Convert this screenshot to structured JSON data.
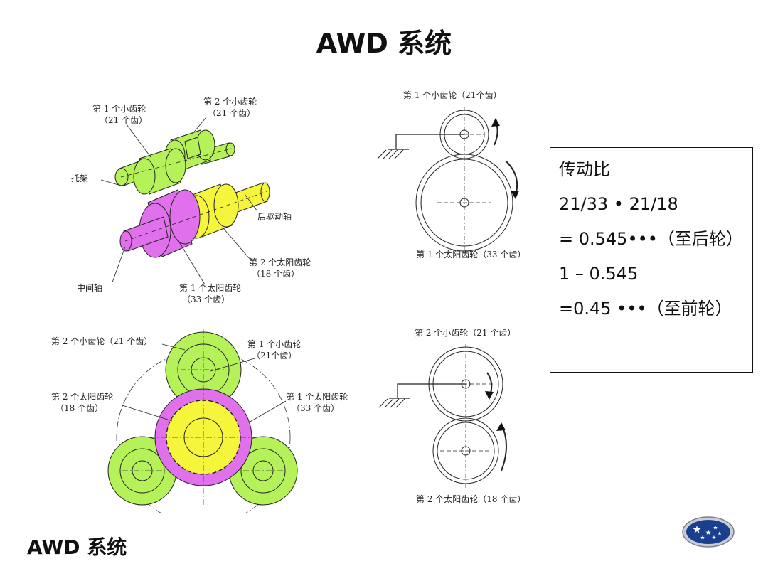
{
  "page": {
    "title": "AWD 系统",
    "footer_title": "AWD 系统"
  },
  "diagram_3d": {
    "pinion1": "第 1 个小齿轮",
    "pinion1_teeth": "（21 个齿）",
    "pinion2": "第 2 个小齿轮",
    "pinion2_teeth": "（21 个齿）",
    "carrier": "托架",
    "rear_shaft": "后驱动轴",
    "sun2": "第 2 个太阳齿轮",
    "sun2_teeth": "（18 个齿）",
    "middle_shaft": "中间轴",
    "sun1": "第 1 个太阳齿轮",
    "sun1_teeth": "（33 个齿）"
  },
  "diagram_front": {
    "pinion2": "第 2 个小齿轮（21 个齿）",
    "pinion1": "第 1 个小齿轮",
    "pinion1_teeth": "（21个齿）",
    "sun2": "第 2 个太阳齿轮",
    "sun2_teeth": "（18 个齿）",
    "sun1": "第 1 个太阳齿轮",
    "sun1_teeth": "（33 个齿）"
  },
  "schematic_top": {
    "top_label": "第 1 个小齿轮（21个齿）",
    "bottom_label": "第 1 个太阳齿轮（33 个齿）"
  },
  "schematic_bottom": {
    "top_label": "第 2 个小齿轮（21 个齿）",
    "bottom_label": "第 2 个太阳齿轮（18 个齿）"
  },
  "ratio_box": {
    "heading": "传动比",
    "line1": "21/33 • 21/18",
    "line2": "= 0.545•••（至后轮）",
    "line3": "1 – 0.545",
    "line4": "=0.45 •••（至前轮）"
  },
  "colors": {
    "pinion_green": "#b5f25a",
    "sun1_magenta": "#e070ec",
    "sun2_yellow": "#f5f53c"
  },
  "icons": {
    "logo": "subaru-logo"
  }
}
